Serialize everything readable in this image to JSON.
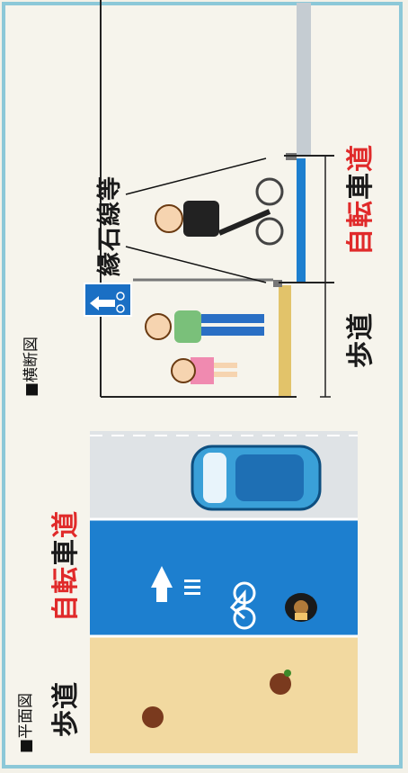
{
  "plan_view": {
    "title": "■平面図",
    "sidewalk_label": "歩道",
    "bike_lane_label_parts": [
      "自",
      "転",
      "車",
      "道"
    ]
  },
  "cross_section": {
    "title": "■横断図",
    "curb_label": "縁石線等",
    "sidewalk_label": "歩道",
    "bike_lane_label_parts": [
      "自",
      "転",
      "車",
      "道"
    ]
  },
  "colors": {
    "sidewalk": "#f2d9a0",
    "bike_lane": "#1d7fcf",
    "road": "#dfe3e6",
    "red_text": "#e02a2a",
    "frame": "#8cc8d8",
    "sign_blue": "#1a6fc4"
  }
}
